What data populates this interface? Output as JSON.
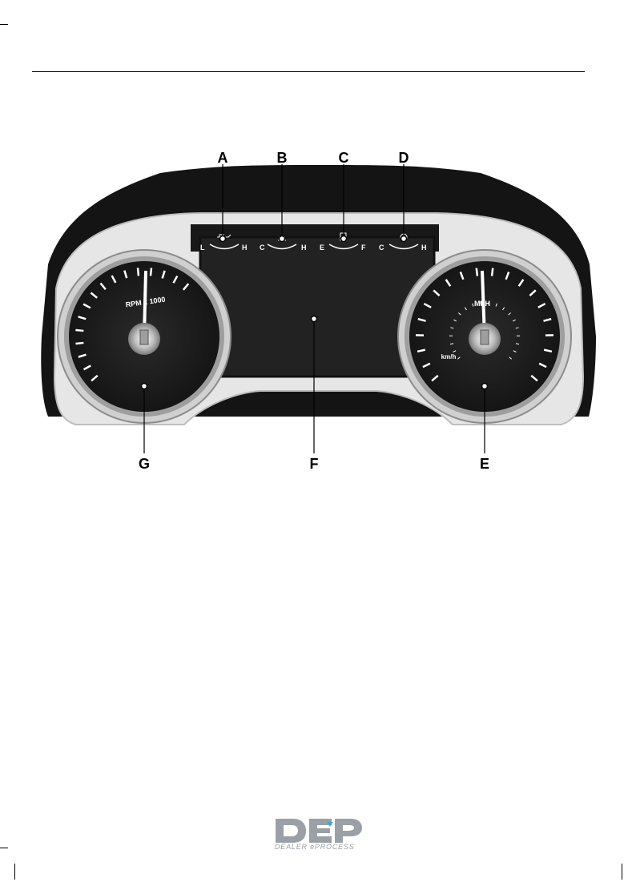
{
  "callouts": {
    "a": "A",
    "b": "B",
    "c": "C",
    "d": "D",
    "e": "E",
    "f": "F",
    "g": "G"
  },
  "gauges": {
    "oil_pressure": {
      "low": "L",
      "high": "H"
    },
    "coolant_temp": {
      "low": "C",
      "high": "H"
    },
    "fuel": {
      "low": "E",
      "high": "F"
    },
    "trans_temp": {
      "low": "C",
      "high": "H"
    }
  },
  "tachometer": {
    "label": "RPM x 1000"
  },
  "speedometer": {
    "label": "MPH",
    "sub_label": "km/h"
  },
  "logo": {
    "text": "DEP",
    "subtext": "DEALER ePROCESS"
  },
  "colors": {
    "bezel": "#141414",
    "trim": "#e6e6e6",
    "screen": "#222222",
    "accent": "#4aa3d8"
  }
}
